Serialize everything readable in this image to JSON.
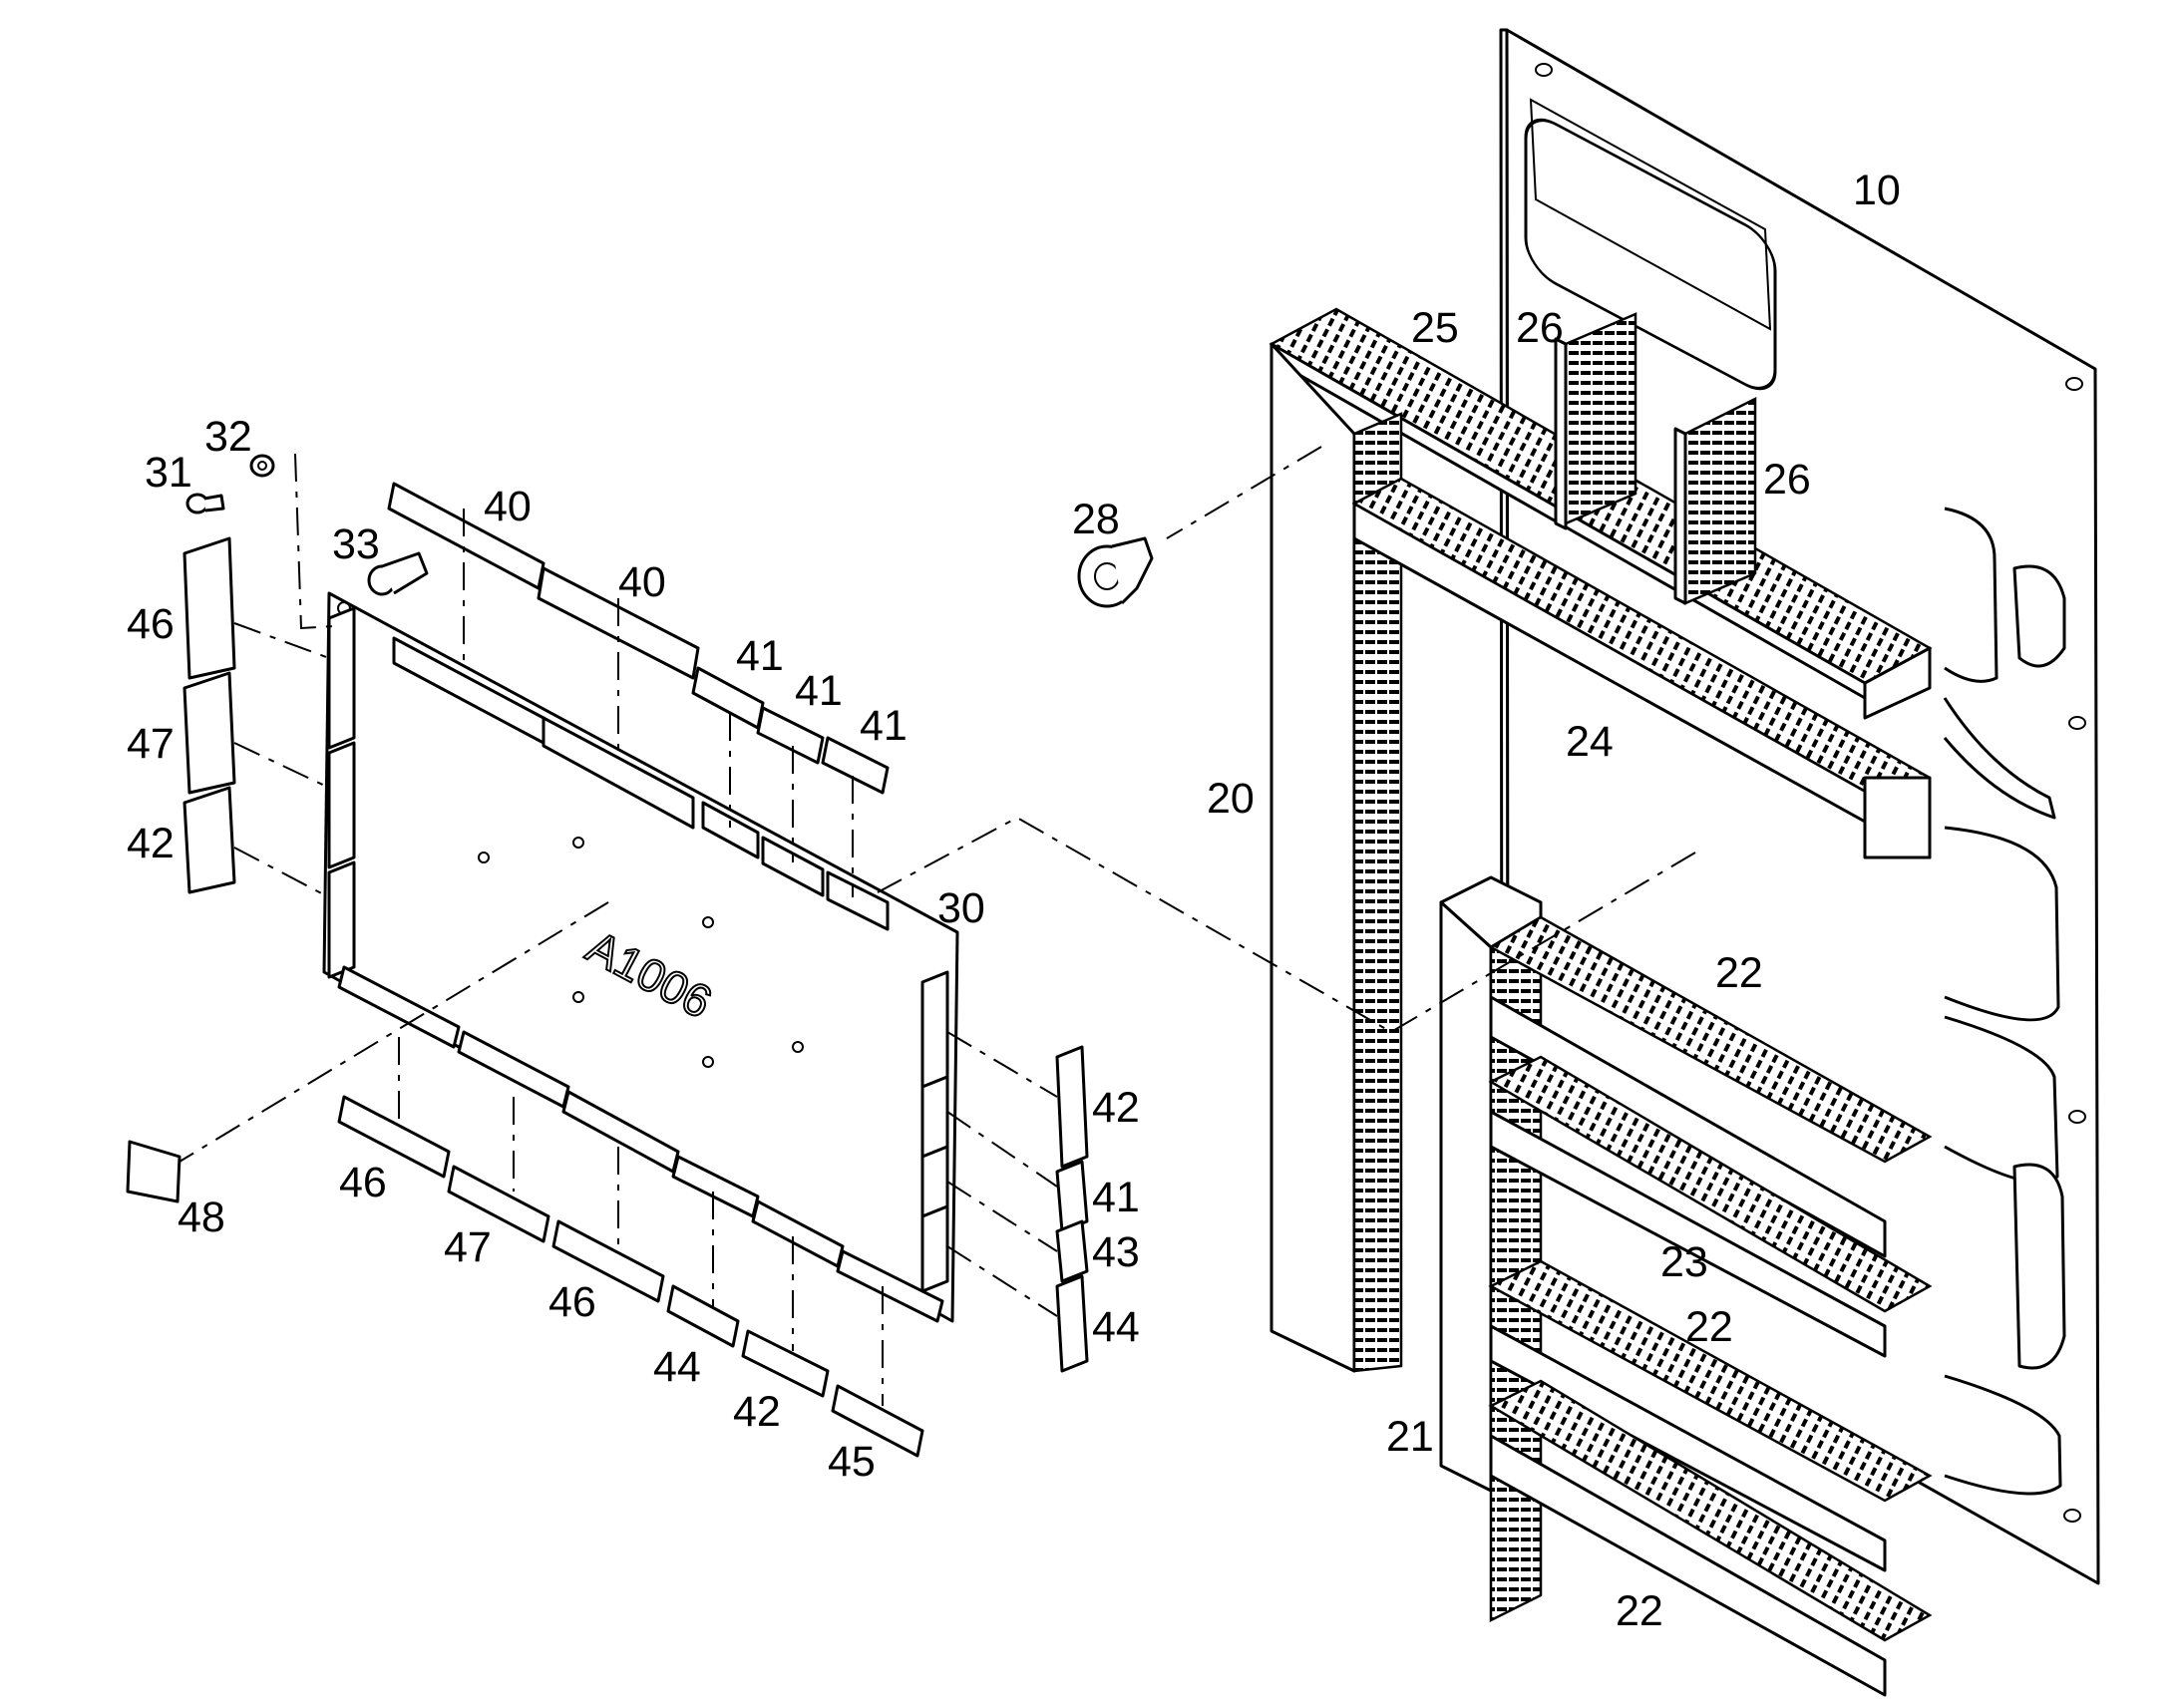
{
  "diagram": {
    "board_marking": "A1006",
    "callouts": {
      "c10": "10",
      "c20": "20",
      "c21": "21",
      "c22a": "22",
      "c22b": "22",
      "c22c": "22",
      "c23": "23",
      "c24": "24",
      "c25": "25",
      "c26a": "26",
      "c26b": "26",
      "c28": "28",
      "c30": "30",
      "c31": "31",
      "c32": "32",
      "c33": "33",
      "c40a": "40",
      "c40b": "40",
      "c41a": "41",
      "c41b": "41",
      "c41c": "41",
      "c41d": "41",
      "c42a": "42",
      "c42b": "42",
      "c42c": "42",
      "c43": "43",
      "c44a": "44",
      "c44b": "44",
      "c45": "45",
      "c46a": "46",
      "c46b": "46",
      "c46c": "46",
      "c47a": "47",
      "c47b": "47",
      "c48": "48"
    }
  }
}
